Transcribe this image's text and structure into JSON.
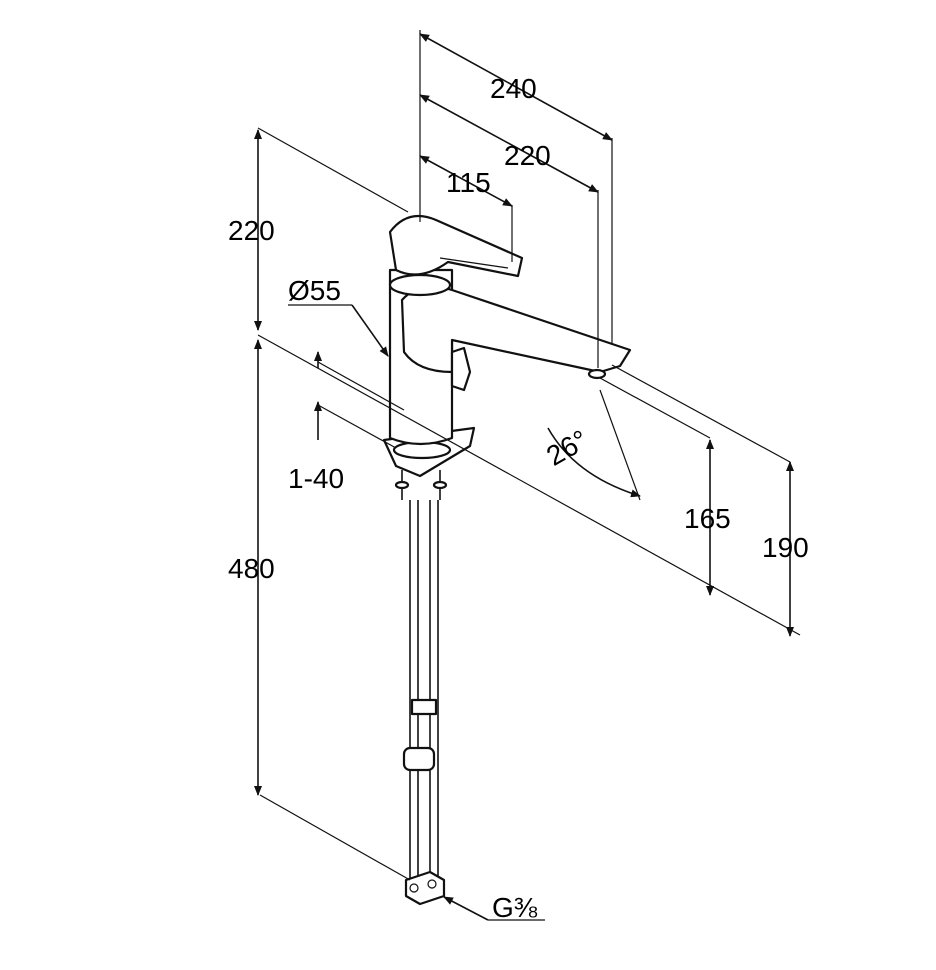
{
  "diagram": {
    "dimensions": {
      "total_reach": "240",
      "spout_reach": "220",
      "lever_reach": "115",
      "body_height": "220",
      "body_diameter": "Ø55",
      "deck_thickness": "1-40",
      "hose_length": "480",
      "spout_angle": "26°",
      "outlet_height": "165",
      "overall_height": "190",
      "connection_thread": "G⅜"
    },
    "colors": {
      "line": "#111111",
      "background": "#ffffff"
    }
  }
}
